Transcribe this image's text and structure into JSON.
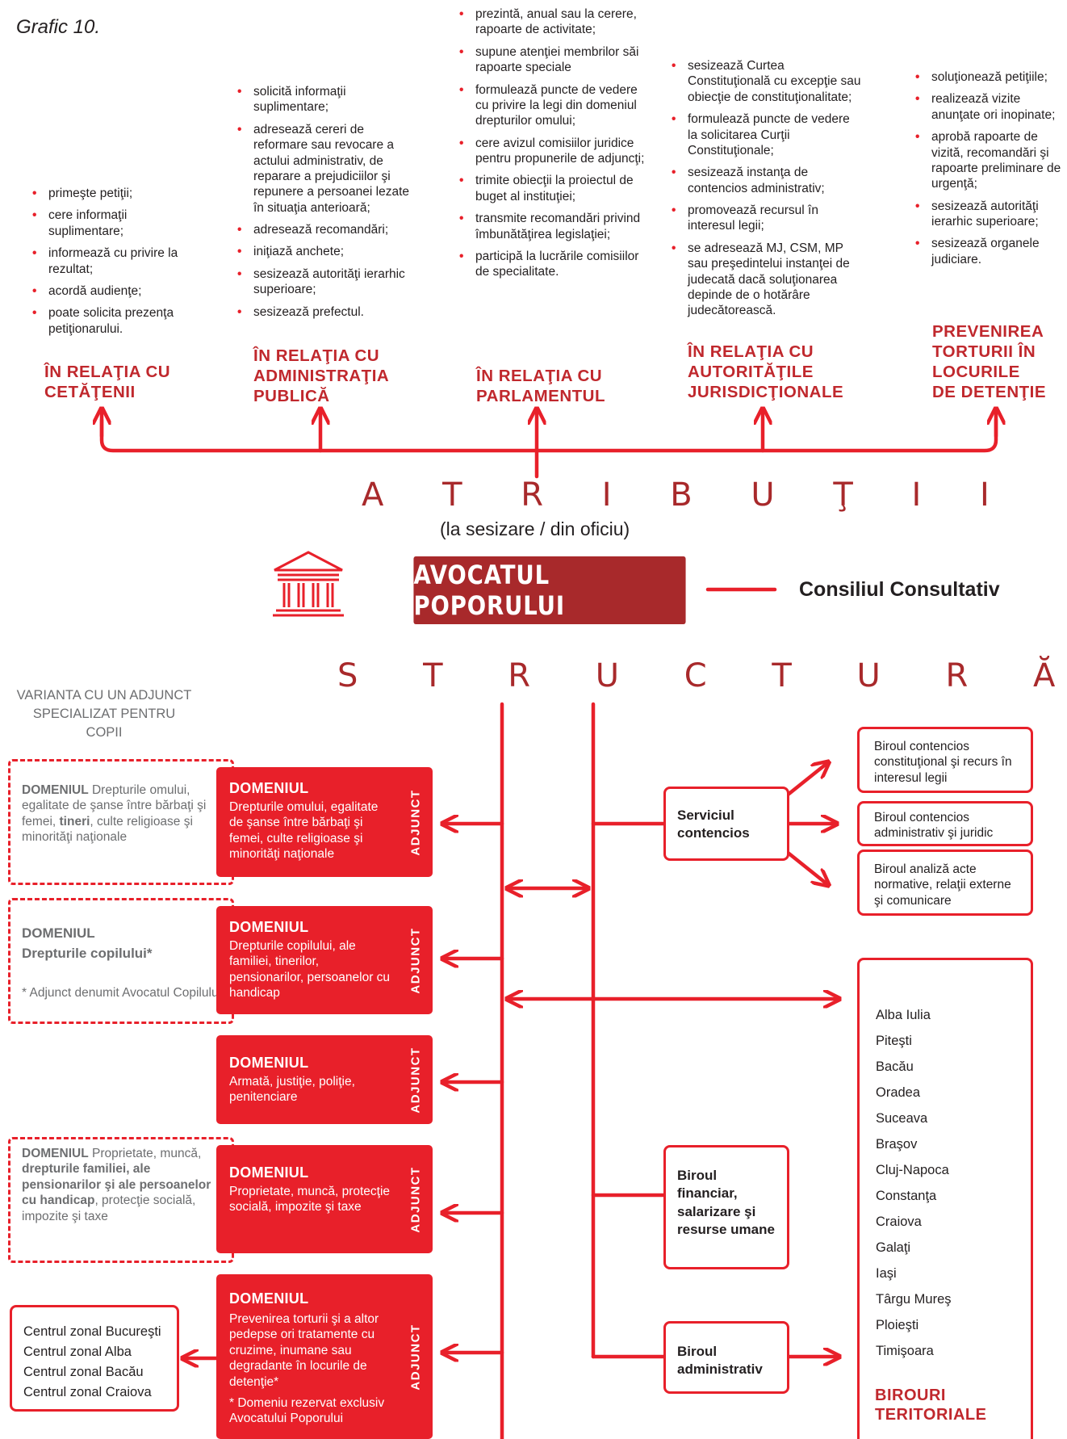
{
  "graphic_label": "Grafic 10.",
  "atributii": {
    "title": "A T R I B U Ţ I I",
    "subtitle": "(la sesizare / din oficiu)",
    "columns": [
      {
        "heading": [
          "ÎN RELAŢIA CU",
          "CETĂŢENII"
        ],
        "items": [
          "primeşte petiţii;",
          "cere informaţii suplimentare;",
          "informează cu privire la rezultat;",
          "acordă audienţe;",
          "poate solicita prezenţa petiţionarului."
        ]
      },
      {
        "heading": [
          "ÎN RELAŢIA CU",
          "ADMINISTRAŢIA",
          "PUBLICĂ"
        ],
        "items": [
          "solicită informaţii suplimentare;",
          "adresează cereri de reformare sau revocare a actului administrativ, de reparare a prejudiciilor şi repunere a persoanei lezate în situaţia anterioară;",
          "adresează recomandări;",
          "iniţiază anchete;",
          "sesizează autorităţi ierarhic superioare;",
          "sesizează prefectul."
        ]
      },
      {
        "heading": [
          "ÎN RELAŢIA CU",
          "PARLAMENTUL"
        ],
        "items": [
          "prezintă, anual sau la cerere, rapoarte de activitate;",
          "supune atenţiei membrilor săi rapoarte speciale",
          "formulează puncte de vedere cu privire la legi din domeniul drepturilor omului;",
          "cere avizul comisiilor juridice pentru propunerile de adjuncţi;",
          "trimite obiecţii la proiectul de buget al instituţiei;",
          "transmite recomandări privind îmbunătăţirea legislaţiei;",
          "participă la lucrările comisiilor de specialitate."
        ]
      },
      {
        "heading": [
          "ÎN RELAŢIA CU",
          "AUTORITĂŢILE",
          "JURISDICŢIONALE"
        ],
        "items": [
          "sesizează Curtea Constituţională cu excepţie sau obiecţie de constituţionalitate;",
          "formulează puncte de vedere la solicitarea Curţii Constituţionale;",
          "sesizează instanţa de contencios administrativ;",
          "promovează recursul în interesul legii;",
          "se adresează MJ, CSM, MP sau preşedintelui instanţei de judecată dacă soluţionarea depinde de o hotărâre judecătorească."
        ]
      },
      {
        "heading": [
          "PREVENIREA",
          "TORTURII ÎN",
          "LOCURILE",
          "DE DETENŢIE"
        ],
        "items": [
          "soluţionează petiţiile;",
          "realizează vizite anunţate ori inopinate;",
          "aprobă rapoarte de vizită, recomandări şi rapoarte preliminare de urgenţă;",
          "sesizează autorităţi ierarhic superioare;",
          "sesizează organele judiciare."
        ]
      }
    ]
  },
  "main": {
    "title": "AVOCATUL POPORULUI",
    "council": "Consiliul Consultativ"
  },
  "structura": {
    "title": "S T R U C T U R Ă",
    "variant_note": "VARIANTA CU UN ADJUNCT SPECIALIZAT PENTRU COPII",
    "variant_boxes": [
      {
        "title": "DOMENIUL",
        "rest": "Drepturile omului, egalitate de şanse între bărbaţi şi femei, ",
        "bold": "tineri",
        "rest2": ", culte religioase şi minorităţi naţionale"
      },
      {
        "title": "DOMENIUL",
        "bold_line": "Drepturile copilului*",
        "note": "* Adjunct denumit Avocatul Copilului"
      },
      {
        "title": "DOMENIUL",
        "rest": "Proprietate, muncă, ",
        "bold": "drepturile familiei, ale pensionarilor şi ale persoanelor cu handicap",
        "rest2": ", protecţie socială, impozite şi taxe"
      }
    ],
    "adjunct_label": "ADJUNCT",
    "domains": [
      {
        "title": "DOMENIUL",
        "text": "Drepturile omului, egalitate de şanse între bărbaţi şi femei, culte religioase şi minorităţi naţionale",
        "note": ""
      },
      {
        "title": "DOMENIUL",
        "text": "Drepturile copilului, ale familiei, tinerilor, pensionarilor, persoanelor cu handicap",
        "note": ""
      },
      {
        "title": "DOMENIUL",
        "text": "Armată, justiţie, poliţie, penitenciare",
        "note": ""
      },
      {
        "title": "DOMENIUL",
        "text": "Proprietate, muncă, protecţie socială, impozite şi taxe",
        "note": ""
      },
      {
        "title": "DOMENIUL",
        "text": "Prevenirea torturii şi a altor pedepse ori tratamente cu cruzime, inumane sau degradante în locurile de detenţie*",
        "note": "* Domeniu rezervat exclusiv Avocatului Poporului"
      }
    ],
    "zonal_centers": [
      "Centrul zonal Bucureşti",
      "Centrul zonal Alba",
      "Centrul zonal Bacău",
      "Centrul zonal Craiova"
    ],
    "services": {
      "contencios": "Serviciul contencios",
      "financiar": "Biroul financiar, salarizare şi resurse umane",
      "administrativ": "Biroul administrativ"
    },
    "birouri_contencios": [
      "Biroul contencios constituţional şi recurs în interesul legii",
      "Biroul contencios administrativ şi juridic",
      "Biroul analiză acte normative, relaţii externe şi comunicare"
    ],
    "territorial_offices": [
      "Alba Iulia",
      "Piteşti",
      "Bacău",
      "Oradea",
      "Suceava",
      "Braşov",
      "Cluj-Napoca",
      "Constanţa",
      "Craiova",
      "Galaţi",
      "Iaşi",
      "Târgu Mureş",
      "Ploieşti",
      "Timişoara"
    ],
    "territorial_title": "BIROURI TERITORIALE"
  },
  "colors": {
    "red": "#e8202a",
    "dark_red": "#a8292b",
    "heading_red": "#c0282d",
    "gray": "#6d6e70",
    "text": "#231f20"
  }
}
